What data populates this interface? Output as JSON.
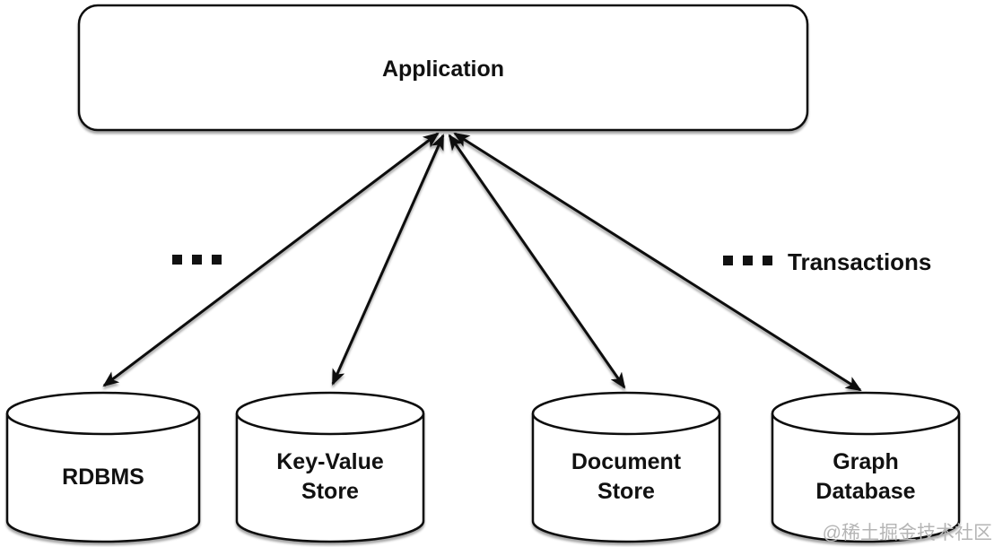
{
  "diagram": {
    "application": {
      "label": "Application"
    },
    "transactions": {
      "label": "Transactions",
      "ellipsis_glyph": "..."
    },
    "databases": [
      {
        "id": "rdbms",
        "lines": [
          "RDBMS",
          ""
        ]
      },
      {
        "id": "key-value-store",
        "lines": [
          "Key-Value",
          "Store"
        ]
      },
      {
        "id": "document-store",
        "lines": [
          "Document",
          "Store"
        ]
      },
      {
        "id": "graph-database",
        "lines": [
          "Graph",
          "Database"
        ]
      }
    ],
    "watermark": {
      "text": "@稀土掘金技术社区"
    },
    "colors": {
      "line": "#111111",
      "fill": "#ffffff",
      "text": "#111111",
      "watermark": "#b5b5b5",
      "background": "#ffffff"
    }
  }
}
